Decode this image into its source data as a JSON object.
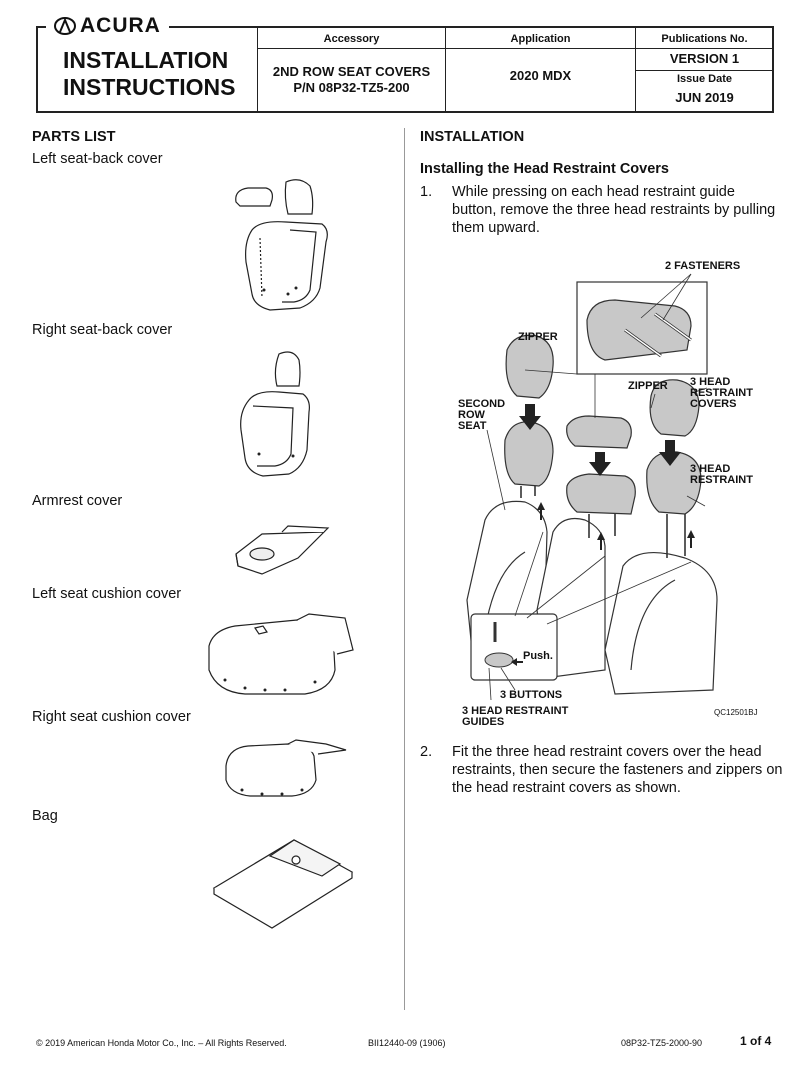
{
  "header": {
    "brand": "ACURA",
    "title_line1": "INSTALLATION",
    "title_line2": "INSTRUCTIONS",
    "accessory_label": "Accessory",
    "accessory_line1": "2ND ROW SEAT COVERS",
    "accessory_line2": "P/N 08P32-TZ5-200",
    "application_label": "Application",
    "application_value": "2020 MDX",
    "publications_label": "Publications No.",
    "publications_value": "VERSION 1",
    "issue_label": "Issue Date",
    "issue_value": "JUN 2019"
  },
  "parts": {
    "heading": "PARTS LIST",
    "items": [
      "Left seat-back cover",
      "Right seat-back cover",
      "Armrest cover",
      "Left seat cushion cover",
      "Right seat cushion cover",
      "Bag"
    ]
  },
  "installation": {
    "heading": "INSTALLATION",
    "subheading": "Installing the Head Restraint Covers",
    "steps": [
      {
        "num": "1.",
        "text": "While pressing on each head restraint guide button, remove the three head restraints by pulling them upward."
      },
      {
        "num": "2.",
        "text": "Fit the three head restraint covers over the head restraints, then secure the fasteners and zippers on the head restraint covers as shown."
      }
    ]
  },
  "diagram": {
    "labels": {
      "fasteners": "2 FASTENERS",
      "zipper_left": "ZIPPER",
      "zipper_right": "ZIPPER",
      "covers_1": "3 HEAD",
      "covers_2": "RESTRAINT",
      "covers_3": "COVERS",
      "seat_1": "SECOND",
      "seat_2": "ROW",
      "seat_3": "SEAT",
      "restraint_1": "3 HEAD",
      "restraint_2": "RESTRAINT",
      "push": "Push.",
      "buttons": "3 BUTTONS",
      "guides_1": "3 HEAD RESTRAINT",
      "guides_2": "GUIDES",
      "code": "QC12501BJ"
    }
  },
  "footer": {
    "copyright": "© 2019 American Honda Motor Co., Inc. – All Rights Reserved.",
    "doc_id": "BII12440-09 (1906)",
    "part_code": "08P32-TZ5-2000-90",
    "page": "1 of 4"
  }
}
